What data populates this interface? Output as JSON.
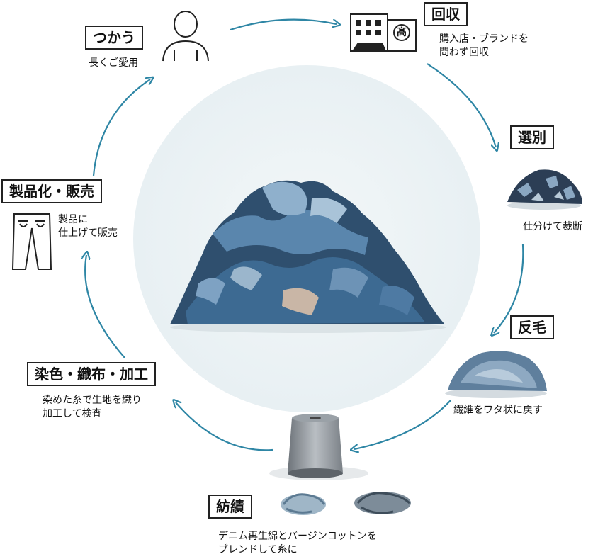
{
  "cycle": {
    "center_image": "denim-pile",
    "accent_color": "#2e86a5",
    "steps": [
      {
        "title": "つかう",
        "desc": [
          "長くご愛用"
        ],
        "icon": "person-icon"
      },
      {
        "title": "回収",
        "desc": [
          "購入店・ブランドを",
          "問わず回収"
        ],
        "icon": "store-building-icon"
      },
      {
        "title": "選別",
        "desc": [
          "仕分けて裁断"
        ],
        "icon": "denim-scraps-icon"
      },
      {
        "title": "反毛",
        "desc": [
          "繊維をワタ状に戻す"
        ],
        "icon": "cotton-fiber-icon"
      },
      {
        "title": "紡績",
        "desc": [
          "デニム再生綿とバージンコットンを",
          "ブレンドして糸に"
        ],
        "icon": "yarn-cone-icon"
      },
      {
        "title": "染色・織布・加工",
        "desc": [
          "染めた糸で生地を織り",
          "加工して検査"
        ],
        "icon": ""
      },
      {
        "title": "製品化・販売",
        "desc": [
          "製品に",
          "仕上げて販売"
        ],
        "icon": "jeans-icon"
      }
    ],
    "store_sign": "髙"
  }
}
